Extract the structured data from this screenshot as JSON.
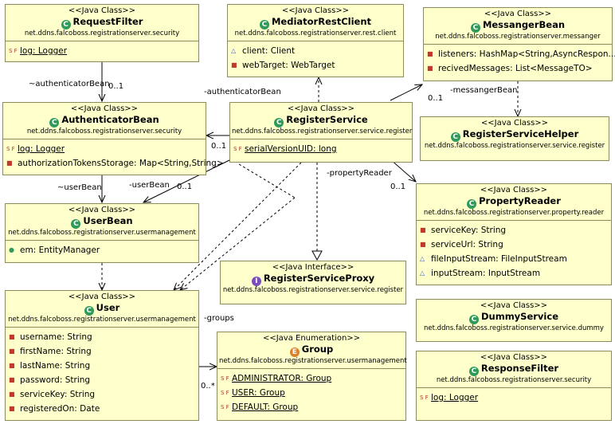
{
  "stereotypes": {
    "class": "<<Java Class>>",
    "interface": "<<Java Interface>>",
    "enumeration": "<<Java Enumeration>>"
  },
  "classes": {
    "request_filter": {
      "name": "RequestFilter",
      "package": "net.ddns.falcoboss.registrationserver.security",
      "attrs": [
        "log: Logger"
      ]
    },
    "mediator_rest_client": {
      "name": "MediatorRestClient",
      "package": "net.ddns.falcoboss.registrationserver.rest.client",
      "attrs": [
        "client: Client",
        "webTarget: WebTarget"
      ]
    },
    "messanger_bean": {
      "name": "MessangerBean",
      "package": "net.ddns.falcoboss.registrationserver.messanger",
      "attrs": [
        "listeners: HashMap<String,AsyncRespon...",
        "recivedMessages: List<MessageTO>"
      ]
    },
    "authenticator_bean": {
      "name": "AuthenticatorBean",
      "package": "net.ddns.falcoboss.registrationserver.security",
      "attrs": [
        "log: Logger",
        "authorizationTokensStorage: Map<String,String>"
      ]
    },
    "register_service": {
      "name": "RegisterService",
      "package": "net.ddns.falcoboss.registrationserver.service.register",
      "attrs": [
        "serialVersionUID: long"
      ]
    },
    "register_service_helper": {
      "name": "RegisterServiceHelper",
      "package": "net.ddns.falcoboss.registrationserver.service.register",
      "attrs": []
    },
    "user_bean": {
      "name": "UserBean",
      "package": "net.ddns.falcoboss.registrationserver.usermanagement",
      "attrs": [
        "em: EntityManager"
      ]
    },
    "property_reader": {
      "name": "PropertyReader",
      "package": "net.ddns.falcoboss.registrationserver.property.reader",
      "attrs": [
        "serviceKey: String",
        "serviceUrl: String",
        "fileInputStream: FileInputStream",
        "inputStream: InputStream"
      ]
    },
    "register_service_proxy": {
      "name": "RegisterServiceProxy",
      "package": "net.ddns.falcoboss.registrationserver.service.register",
      "attrs": []
    },
    "user": {
      "name": "User",
      "package": "net.ddns.falcoboss.registrationserver.usermanagement",
      "attrs": [
        "username: String",
        "firstName: String",
        "lastName: String",
        "password: String",
        "serviceKey: String",
        "registeredOn: Date"
      ]
    },
    "group": {
      "name": "Group",
      "package": "net.ddns.falcoboss.registrationserver.usermanagement",
      "attrs": [
        "ADMINISTRATOR: Group",
        "USER: Group",
        "DEFAULT: Group"
      ]
    },
    "dummy_service": {
      "name": "DummyService",
      "package": "net.ddns.falcoboss.registrationserver.service.dummy",
      "attrs": []
    },
    "response_filter": {
      "name": "ResponseFilter",
      "package": "net.ddns.falcoboss.registrationserver.security",
      "attrs": [
        "log: Logger"
      ]
    }
  },
  "links": {
    "authenticator_bean_role_a": "~authenticatorBean",
    "authenticator_bean_mult_a": "0..1",
    "authenticator_bean_role_b": "-authenticatorBean",
    "authenticator_bean_mult_b": "0..1",
    "messanger_bean_role": "-messangerBean",
    "messanger_bean_mult": "0..1",
    "property_reader_role": "-propertyReader",
    "property_reader_mult": "0..1",
    "user_bean_role_a": "~userBean",
    "user_bean_role_b": "-userBean",
    "user_bean_mult": "0..1",
    "groups_role": "-groups",
    "groups_mult": "0..*"
  }
}
